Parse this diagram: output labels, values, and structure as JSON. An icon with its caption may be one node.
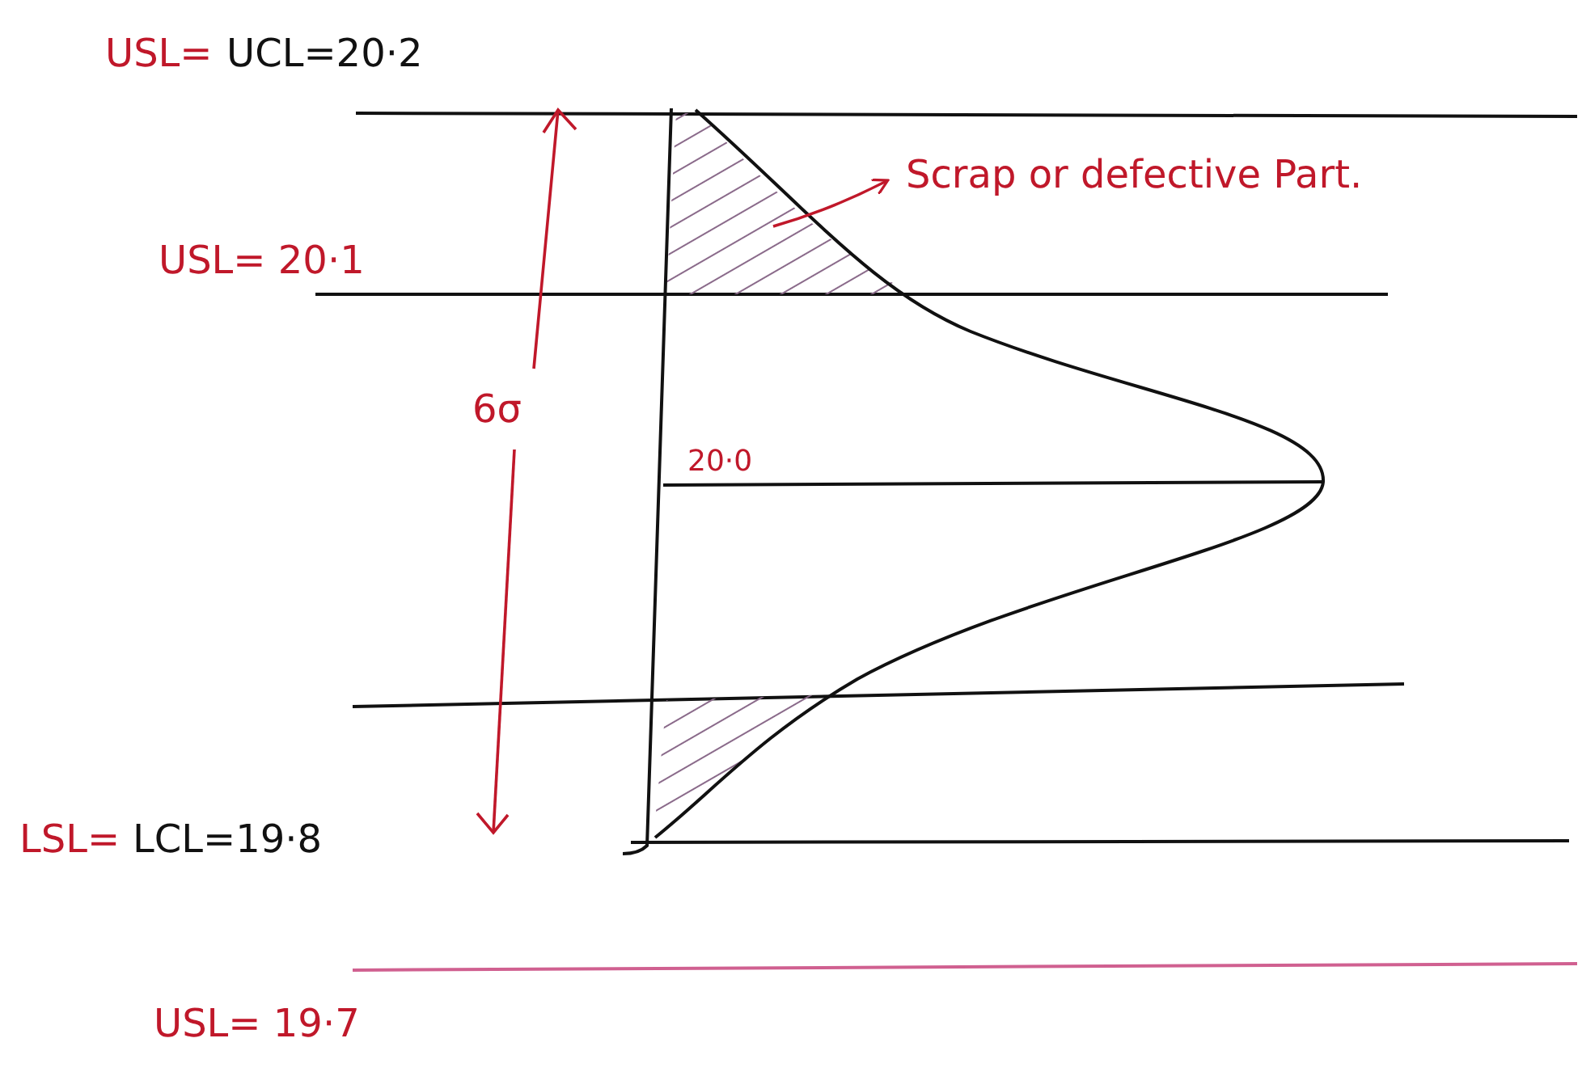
{
  "diagram": {
    "nodes": [
      {
        "text": [
          "Scrap or defective Part."
        ]
      },
      {
        "text": [],
        "shape": "area"
      },
      {
        "text": [],
        "shape": "area"
      }
    ],
    "edges": [
      {
        "from": 1,
        "to": 0,
        "arrow": "to"
      }
    ],
    "labels": [
      "USL=",
      "UCL=20·2",
      "USL= 20·1",
      "6σ",
      "20·0",
      "LSL=",
      "LCL=19·8",
      "USL= 19·7"
    ]
  }
}
